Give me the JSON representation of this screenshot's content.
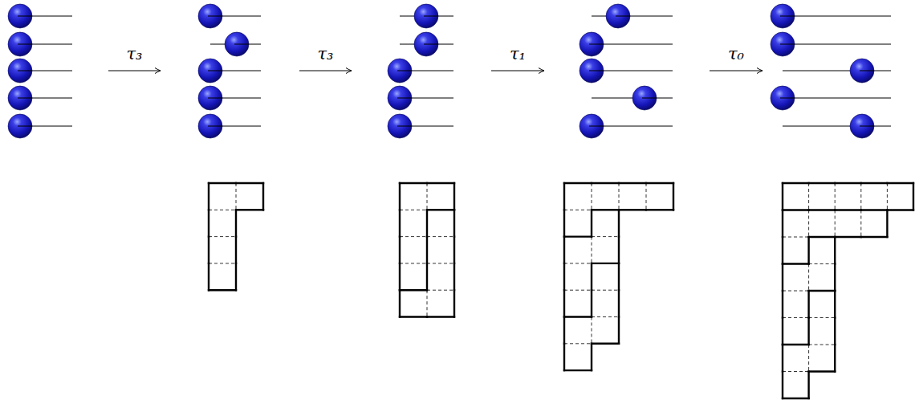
{
  "diagram": {
    "labels": [
      "τ₃",
      "τ₃",
      "τ₁",
      "τ₀"
    ]
  }
}
